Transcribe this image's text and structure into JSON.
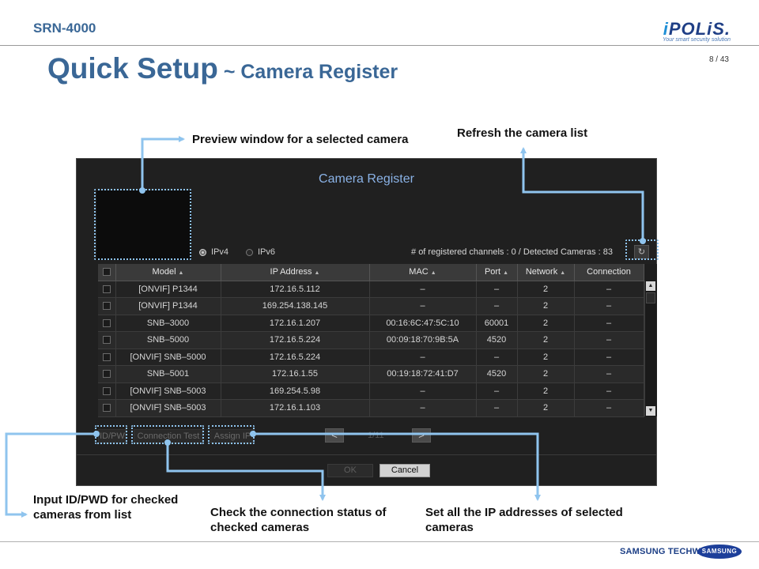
{
  "header": {
    "product": "SRN-4000",
    "brand_logo_i": "i",
    "brand_logo_rest": "POLiS.",
    "brand_tagline": "Your smart security solution",
    "page_number": "8 / 43",
    "title_main": "Quick Setup",
    "title_sub": " ~ Camera Register"
  },
  "callouts": {
    "preview": "Preview window for a selected camera",
    "refresh": "Refresh the camera list",
    "idpw": "Input ID/PWD for checked cameras from list",
    "connection": "Check the connection status of checked cameras",
    "assign_ip": "Set all the IP addresses of selected cameras"
  },
  "dialog": {
    "title": "Camera Register",
    "radio_ipv4": "IPv4",
    "radio_ipv6": "IPv6",
    "selected_protocol": "IPv4",
    "registration_info": "# of registered channels : 0 / Detected Cameras : 83",
    "refresh_icon": "refresh-icon",
    "columns": [
      "Model",
      "IP Address",
      "MAC",
      "Port",
      "Network",
      "Connection"
    ],
    "rows": [
      {
        "model": "[ONVIF] P1344",
        "ip": "172.16.5.112",
        "mac": "–",
        "port": "–",
        "network": "2",
        "connection": "–"
      },
      {
        "model": "[ONVIF] P1344",
        "ip": "169.254.138.145",
        "mac": "–",
        "port": "–",
        "network": "2",
        "connection": "–"
      },
      {
        "model": "SNB–3000",
        "ip": "172.16.1.207",
        "mac": "00:16:6C:47:5C:10",
        "port": "60001",
        "network": "2",
        "connection": "–"
      },
      {
        "model": "SNB–5000",
        "ip": "172.16.5.224",
        "mac": "00:09:18:70:9B:5A",
        "port": "4520",
        "network": "2",
        "connection": "–"
      },
      {
        "model": "[ONVIF] SNB–5000",
        "ip": "172.16.5.224",
        "mac": "–",
        "port": "–",
        "network": "2",
        "connection": "–"
      },
      {
        "model": "SNB–5001",
        "ip": "172.16.1.55",
        "mac": "00:19:18:72:41:D7",
        "port": "4520",
        "network": "2",
        "connection": "–"
      },
      {
        "model": "[ONVIF] SNB–5003",
        "ip": "169.254.5.98",
        "mac": "–",
        "port": "–",
        "network": "2",
        "connection": "–"
      },
      {
        "model": "[ONVIF] SNB–5003",
        "ip": "172.16.1.103",
        "mac": "–",
        "port": "–",
        "network": "2",
        "connection": "–"
      }
    ],
    "btn_idpw": "ID/PW",
    "btn_connection_test": "Connection Test",
    "btn_assign_ip": "Assign IP",
    "page_prev": "<",
    "page_next": ">",
    "page_indicator": "1/11",
    "btn_ok": "OK",
    "btn_cancel": "Cancel"
  },
  "footer": {
    "brand": "SAMSUNG TECHWIN",
    "logo": "SAMSUNG"
  },
  "colors": {
    "title": "#3a6796",
    "highlight": "#8fc4ee",
    "dialog_bg": "#202020",
    "dialog_title": "#8ab2e6"
  }
}
